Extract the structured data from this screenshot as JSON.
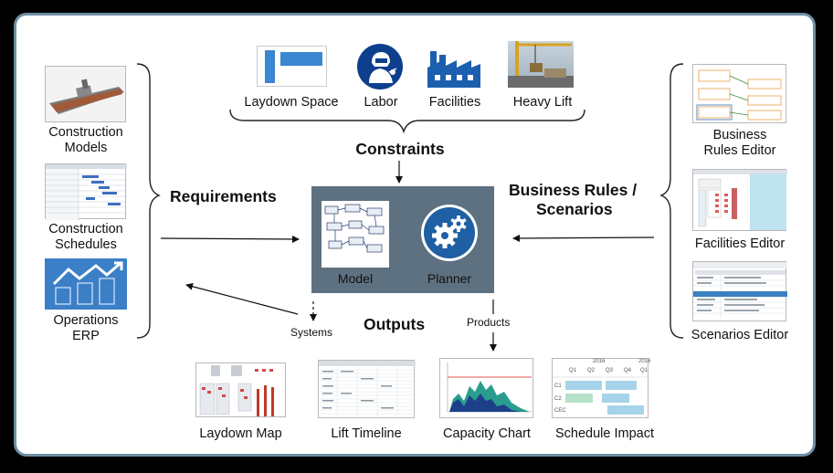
{
  "constraints": {
    "heading": "Constraints",
    "items": [
      {
        "label": "Laydown Space",
        "icon": "laydown-space-icon"
      },
      {
        "label": "Labor",
        "icon": "welder-icon"
      },
      {
        "label": "Facilities",
        "icon": "factory-icon"
      },
      {
        "label": "Heavy Lift",
        "icon": "crane-photo"
      }
    ]
  },
  "requirements": {
    "heading": "Requirements",
    "items": [
      {
        "line1": "Construction",
        "line2": "Models",
        "icon": "ship-model-image"
      },
      {
        "line1": "Construction",
        "line2": "Schedules",
        "icon": "gantt-schedule-image"
      },
      {
        "line1": "Operations",
        "line2": "ERP",
        "icon": "trend-chart-icon"
      }
    ]
  },
  "business_rules": {
    "heading_line1": "Business Rules /",
    "heading_line2": "Scenarios",
    "items": [
      {
        "line1": "Business",
        "line2": "Rules Editor"
      },
      {
        "line1": "Facilities Editor",
        "line2": ""
      },
      {
        "line1": "Scenarios Editor",
        "line2": ""
      }
    ]
  },
  "core": {
    "model_label": "Model",
    "planner_label": "Planner",
    "background": "#5e7181"
  },
  "outputs": {
    "heading": "Outputs",
    "systems_label": "Systems",
    "products_label": "Products",
    "items": [
      {
        "label": "Laydown Map"
      },
      {
        "label": "Lift Timeline"
      },
      {
        "label": "Capacity Chart"
      },
      {
        "label": "Schedule Impact"
      }
    ]
  },
  "schedule_impact_thumb": {
    "col_header": "2016",
    "col_header_2": "2016",
    "quarters": [
      "Q1",
      "Q2",
      "Q3",
      "Q4",
      "Q1"
    ],
    "rows": [
      "C1",
      "C2",
      "CEC"
    ]
  },
  "colors": {
    "frame_border": "#6f8fa3",
    "accent_blue": "#2f6fb6",
    "erp_blue": "#3b7fc7",
    "planner_ring": "#1f5fa3",
    "capacity_teal": "#2a9d8f",
    "capacity_navy": "#1d3f8a"
  }
}
